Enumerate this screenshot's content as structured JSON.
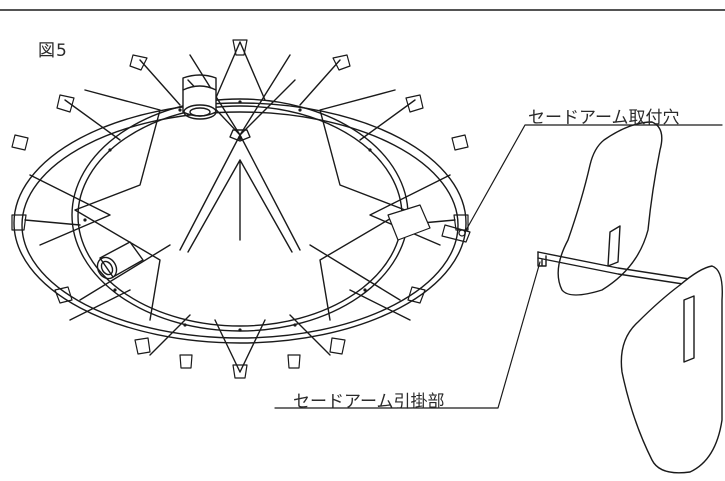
{
  "figure": {
    "label": "図5"
  },
  "callouts": {
    "shade_arm_mount_hole": "セードアーム取付穴",
    "shade_arm_hook": "セードアーム引掛部"
  }
}
